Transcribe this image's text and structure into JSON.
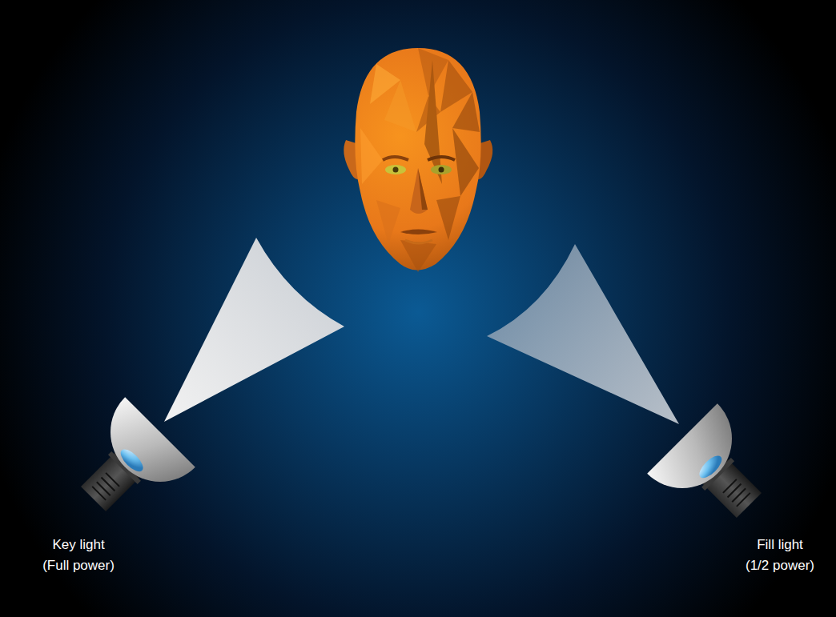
{
  "diagram": {
    "labels": [
      "Key light",
      "(Full power)",
      "Fill light",
      "(1/2 power)"
    ]
  }
}
